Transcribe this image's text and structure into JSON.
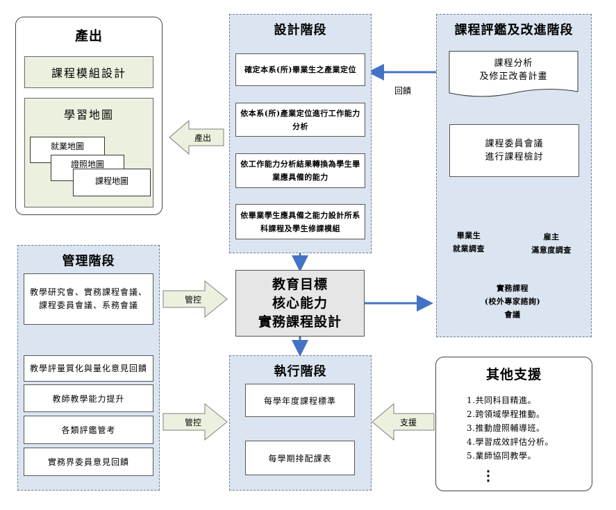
{
  "output": {
    "title": "產出",
    "module_design": "課程模組設計",
    "learning_map": "學習地圖",
    "map_docs": [
      "就業地圖",
      "證照地圖",
      "課程地圖"
    ]
  },
  "design": {
    "title": "設計階段",
    "steps": [
      "確定本系(所)畢業生之產業定位",
      "依本系(所)產業定位進行工作能力分析",
      "依工作能力分析結果轉換為學生畢業應具備的能力",
      "依畢業學生應具備之能力設計所系科課程及學生修課模組"
    ]
  },
  "evaluation": {
    "title": "課程評鑑及改進階段",
    "analysis": "課程分析\n及修正改善計畫",
    "committee": "課程委員會議\n進行課程檢討",
    "circles": [
      "畢業生\n就業調查",
      "雇主\n滿意度調查",
      "實務課程\n(校外專家諮詢)\n會議"
    ]
  },
  "center": {
    "lines": [
      "教育目標",
      "核心能力",
      "實務課程設計"
    ]
  },
  "management": {
    "title": "管理階段",
    "items": [
      "教學研究會、實務課程會議、課程委員會議、系務會議",
      "教學評量質化與量化意見回饋",
      "教師教學能力提升",
      "各類評鑑管考",
      "實務界委員意見回饋"
    ]
  },
  "execution": {
    "title": "執行階段",
    "items": [
      "每學年度課程標準",
      "每學期排配課表"
    ]
  },
  "support": {
    "title": "其他支援",
    "items": [
      "1.共同科目精進。",
      "2.跨領域學程推動。",
      "3.推動證照輔導班。",
      "4.學習成效評估分析。",
      "5.業師協同教學。"
    ],
    "ellipsis": "⋮"
  },
  "labels": {
    "output_arrow": "產出",
    "feedback": "回饋",
    "control_1": "管控",
    "control_2": "管控",
    "support_arrow": "支援"
  }
}
